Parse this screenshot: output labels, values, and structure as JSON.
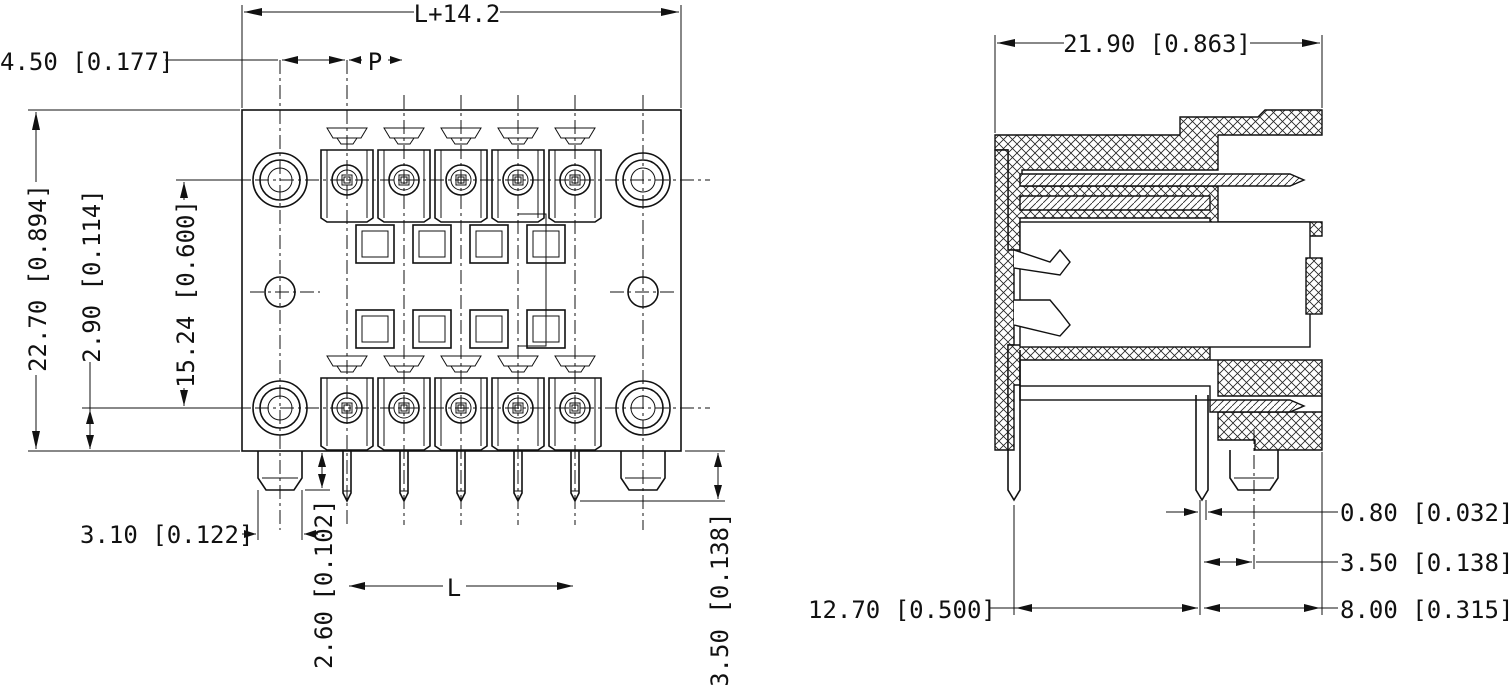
{
  "front_view": {
    "dim_overall_width": "L+14.2",
    "dim_hole_offset": "4.50 [0.177]",
    "dim_pitch": "P",
    "dim_height": "22.70 [0.894]",
    "dim_bottom_row": "2.90 [0.114]",
    "dim_row_spacing": "15.24 [0.600]",
    "dim_peg_dia": "3.10 [0.122]",
    "dim_peg_len_metric": "2.60",
    "dim_peg_len_inch": "[0.102]",
    "dim_pin_len_metric": "3.50",
    "dim_pin_len_inch": "[0.138]",
    "dim_span": "L"
  },
  "side_view": {
    "dim_depth": "21.90 [0.863]",
    "dim_pin_width": "0.80 [0.032]",
    "dim_peg_offset": "3.50 [0.138]",
    "dim_pin_row": "12.70 [0.500]",
    "dim_front_offset": "8.00 [0.315]"
  }
}
